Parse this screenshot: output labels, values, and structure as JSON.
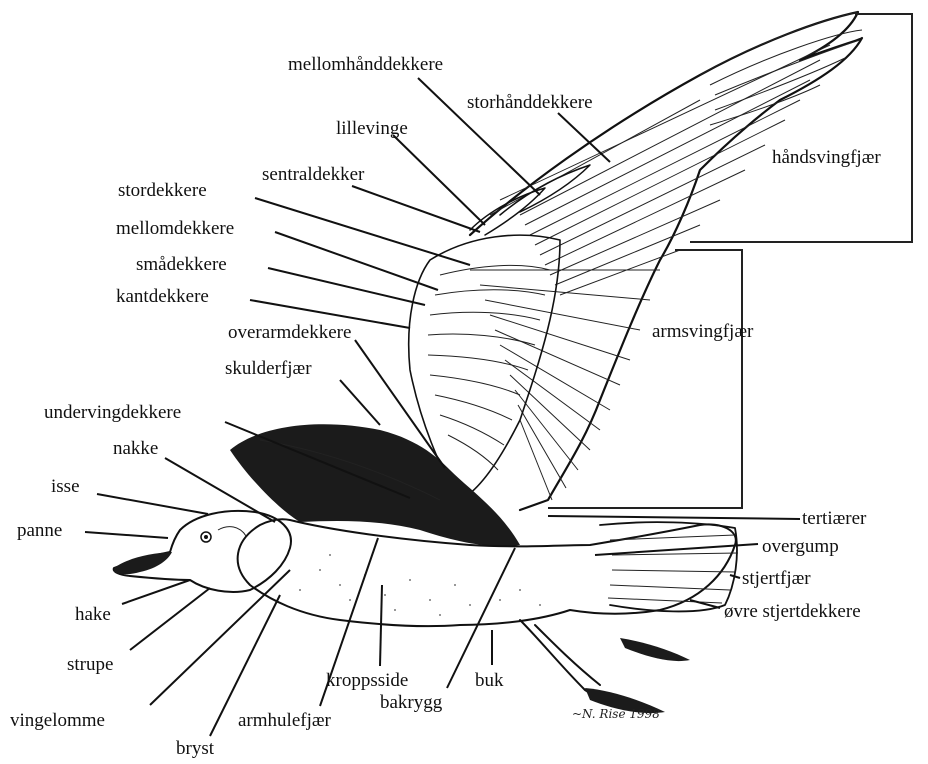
{
  "labels": {
    "mellomhanddekkere": "mellomhånddekkere",
    "storhanddekkere": "storhånddekkere",
    "lillevinge": "lillevinge",
    "sentraldekker": "sentraldekker",
    "stordekkere": "stordekkere",
    "mellomdekkere": "mellomdekkere",
    "smadekkere": "smådekkere",
    "kantdekkere": "kantdekkere",
    "overarmdekkere": "overarmdekkere",
    "skulderfjaer": "skulderfjær",
    "undervingdekkere": "undervingdekkere",
    "nakke": "nakke",
    "isse": "isse",
    "panne": "panne",
    "hake": "hake",
    "strupe": "strupe",
    "vingelomme": "vingelomme",
    "bryst": "bryst",
    "armhulefjaer": "armhulefjær",
    "kroppsside": "kroppsside",
    "bakrygg": "bakrygg",
    "buk": "buk",
    "handsvingfjaer": "håndsvingfjær",
    "armsvingfjaer": "armsvingfjær",
    "tertiaerer": "tertiærer",
    "overgump": "overgump",
    "stjertfjaer": "stjertfjær",
    "ovre_stjertdekkere": "øvre stjertdekkere"
  },
  "signature": "~N. Rise 1998"
}
